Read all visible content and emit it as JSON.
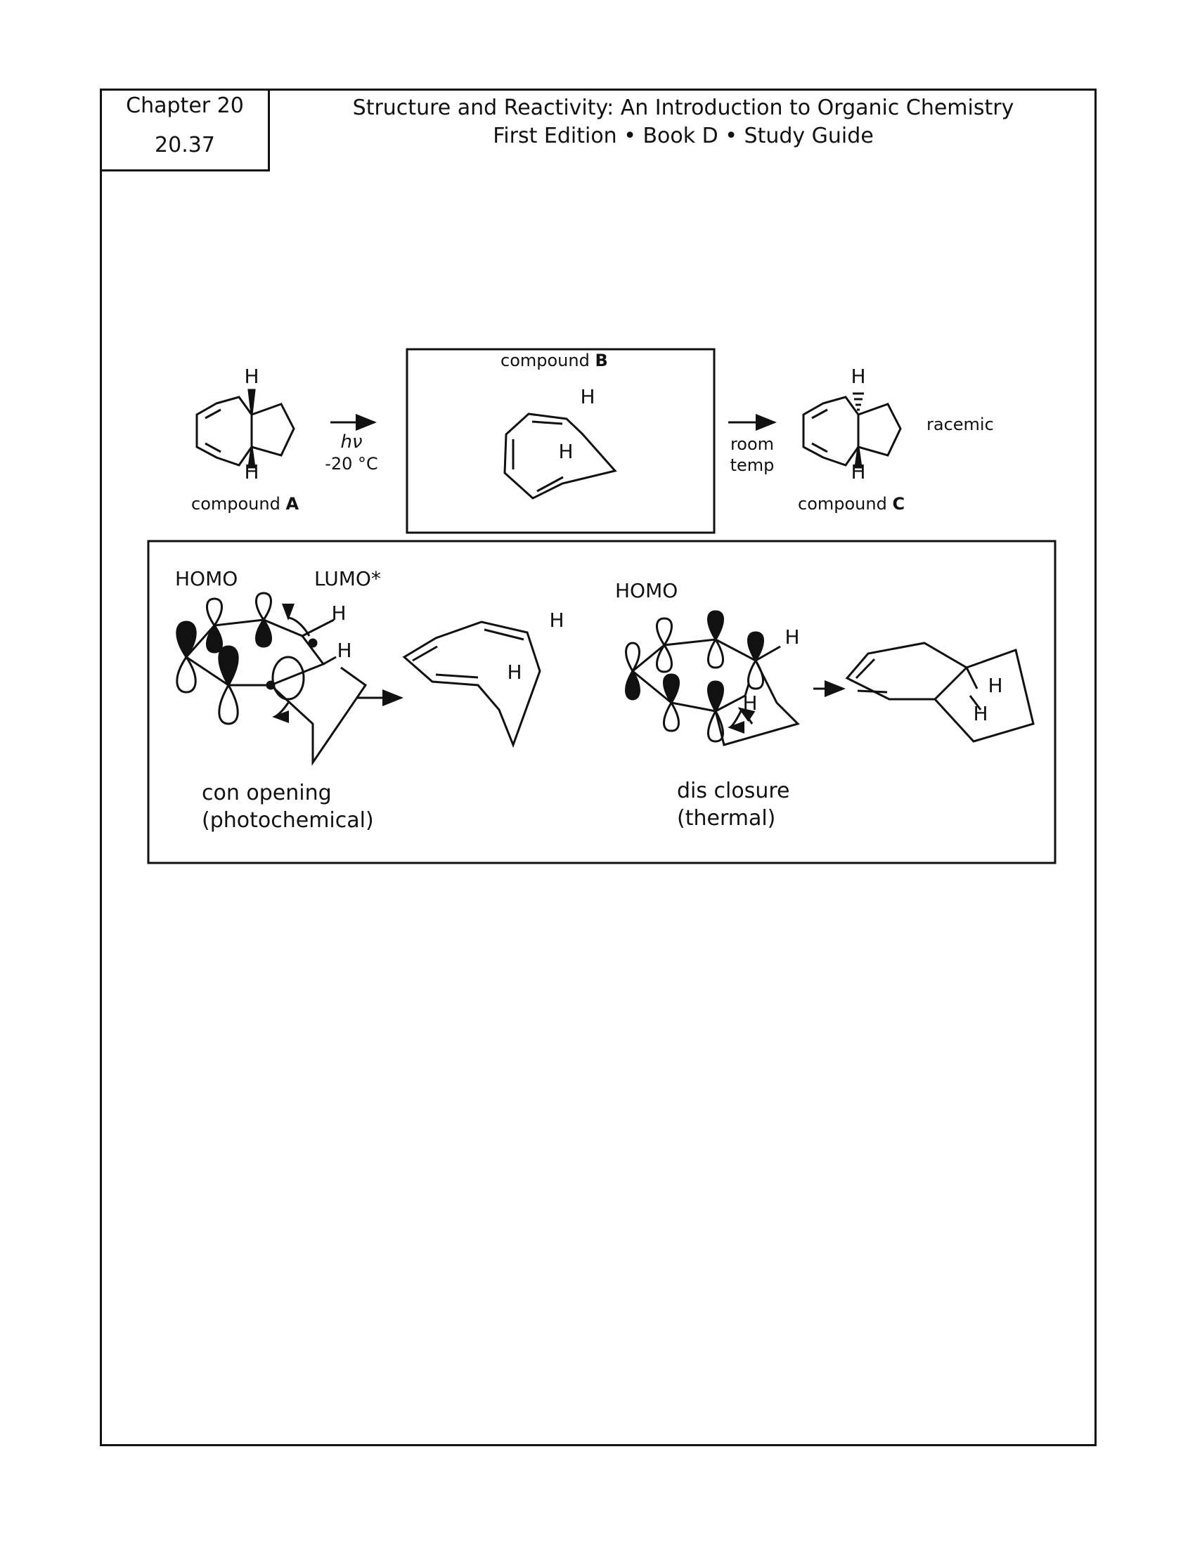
{
  "header": {
    "chapter": "Chapter 20",
    "problem": "20.37",
    "title": "Structure and Reactivity: An Introduction to Organic Chemistry",
    "subtitle": "First Edition • Book D • Study Guide"
  },
  "reaction": {
    "compound_a_prefix": "compound ",
    "compound_a_letter": "A",
    "compound_b_prefix": "compound ",
    "compound_b_letter": "B",
    "compound_c_prefix": "compound ",
    "compound_c_letter": "C",
    "h_label": "H",
    "hv": "hν",
    "temp_condition": "-20 °C",
    "room": "room",
    "temp": "temp",
    "racemic": "racemic"
  },
  "mechanism": {
    "homo_left": "HOMO",
    "lumo": "LUMO*",
    "homo_right": "HOMO",
    "con_opening": "con opening",
    "photochemical": "(photochemical)",
    "dis_closure": "dis closure",
    "thermal": "(thermal)"
  }
}
